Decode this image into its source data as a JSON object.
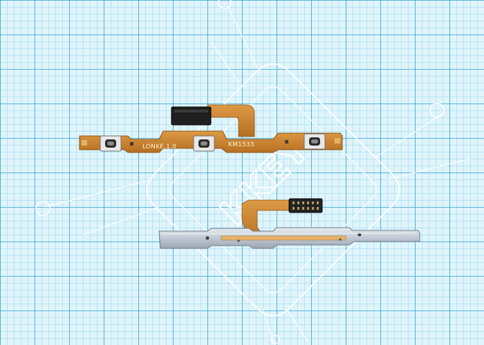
{
  "photo": {
    "background": "graph-paper",
    "grid_colors": {
      "paper": "#dff4fb",
      "minor_line": "#7fcbe6",
      "major_line": "#2aa0d3"
    }
  },
  "upper_flex_cable": {
    "silkscreen_left": "LONKE.1.0",
    "silkscreen_right": "KM1533",
    "button_count": 3,
    "board_color": "#c8822c"
  },
  "lower_flex_cable": {
    "bracket_color": "#c9d2dc",
    "ribbon_color": "#d58a3a"
  },
  "watermark": {
    "text": "KKEY",
    "color": "#ffffff"
  }
}
